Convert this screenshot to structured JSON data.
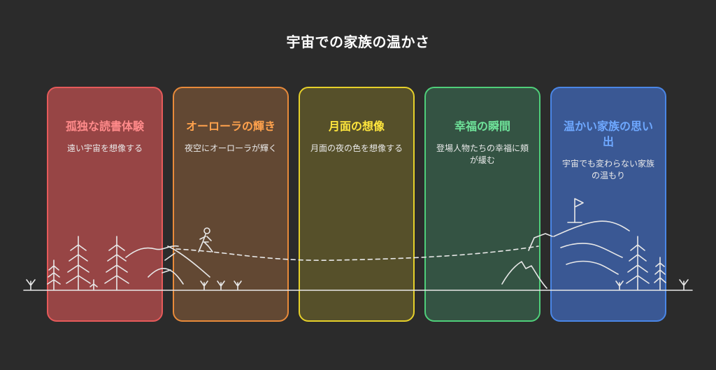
{
  "title": "宇宙での家族の温かさ",
  "cards": [
    {
      "title": "孤独な読書体験",
      "text": "遠い宇宙を想像する",
      "border": "#e65a5a",
      "fill": "#974545",
      "title_color": "#ff8a8a"
    },
    {
      "title": "オーローラの輝き",
      "text": "夜空にオーローラが輝く",
      "border": "#e88a3a",
      "fill": "#624833",
      "title_color": "#ffa24d"
    },
    {
      "title": "月面の想像",
      "text": "月面の夜の色を想像する",
      "border": "#e6d02a",
      "fill": "#56502a",
      "title_color": "#ffe63d"
    },
    {
      "title": "幸福の瞬間",
      "text": "登場人物たちの幸福に頬が緩む",
      "border": "#4fcf7a",
      "fill": "#345343",
      "title_color": "#6fe39a"
    },
    {
      "title": "温かい家族の思い出",
      "text": "宇宙でも変わらない家族の温もり",
      "border": "#4a86e6",
      "fill": "#3a5894",
      "title_color": "#6ea8ff"
    }
  ],
  "icons": {
    "hiker": "hiker-icon",
    "flag": "flag-icon",
    "tree": "pine-tree-icon",
    "mountain": "mountain-icon",
    "grass": "grass-sprout-icon"
  }
}
